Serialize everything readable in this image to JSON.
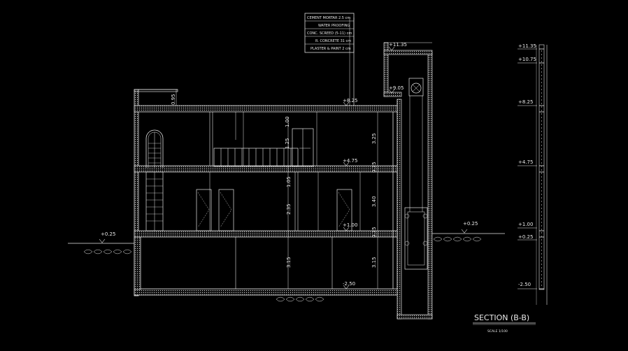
{
  "section_title": "SECTION (B-B)",
  "scale_label": "SCALE 1/100",
  "roof_layers": [
    "CEMENT MORTAR 2.5 cm",
    "WATER PROOFING",
    "CONC. SCREED (5-11) cm",
    "R. CONCRETE 31 cm",
    "PLASTER & PAINT 2 cm"
  ],
  "levels": {
    "top": "+11.35",
    "machine": "+9.05",
    "roof": "+8.25",
    "first": "+4.75",
    "ground": "+1.00",
    "basement": "-2.50",
    "ext_left": "+0.25",
    "ext_right": "+0.25"
  },
  "dimensions": {
    "parapet": "0.95",
    "first_floor": "3.25",
    "ground_floor": "3.40",
    "basement": "3.15",
    "basement_inner": "3.15",
    "door_height": "2.35",
    "slab_a": "0.35",
    "slab_b": "0.35",
    "window_top": "1.05",
    "rail_a": "1.00",
    "rail_b": "1.25"
  },
  "scale_bar_levels": [
    "+11.35",
    "+10.75",
    "+8.25",
    "+4.75",
    "+1.00",
    "+0.25",
    "-2.50"
  ]
}
